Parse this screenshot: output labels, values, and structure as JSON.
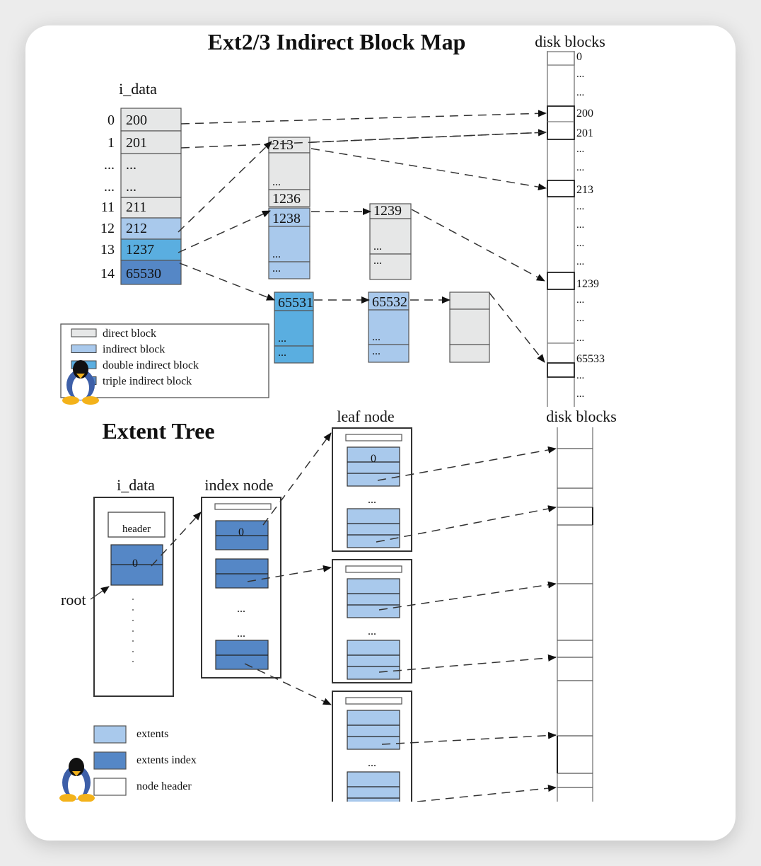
{
  "colors": {
    "direct": "#e6e7e7",
    "indirect": "#a9c9ec",
    "double_indirect": "#5aaee0",
    "triple_indirect": "#5587c6",
    "extents": "#a9c9ec",
    "extents_index": "#5587c6",
    "node_header": "#ffffff",
    "border": "#555555"
  },
  "top": {
    "title": "Ext2/3 Indirect Block Map",
    "i_data_label": "i_data",
    "i_data_rows": [
      {
        "index": "0",
        "value": "200",
        "type": "direct"
      },
      {
        "index": "1",
        "value": "201",
        "type": "direct"
      },
      {
        "index": "...",
        "value": "...",
        "type": "direct"
      },
      {
        "index": "...",
        "value": "...",
        "type": "direct"
      },
      {
        "index": "11",
        "value": "211",
        "type": "direct"
      },
      {
        "index": "12",
        "value": "212",
        "type": "indirect"
      },
      {
        "index": "13",
        "value": "1237",
        "type": "double_indirect"
      },
      {
        "index": "14",
        "value": "65530",
        "type": "triple_indirect"
      }
    ],
    "blocks": {
      "b212": {
        "rows": [
          "213",
          "...",
          "1236"
        ]
      },
      "b1237": {
        "rows": [
          "1238",
          "...",
          "..."
        ]
      },
      "b1238": {
        "rows": [
          "1239",
          "...",
          "..."
        ]
      },
      "b65530": {
        "rows": [
          "65531",
          "...",
          "..."
        ]
      },
      "b65531": {
        "rows": [
          "65532",
          "...",
          "..."
        ]
      },
      "b65532": {
        "rows": [
          "",
          "",
          ""
        ]
      }
    },
    "disk_label": "disk blocks",
    "disk_labels": [
      "0",
      "...",
      "...",
      "200",
      "201",
      "...",
      "...",
      "213",
      "...",
      "...",
      "...",
      "...",
      "1239",
      "...",
      "...",
      "...",
      "65533",
      "...",
      "..."
    ],
    "legend": [
      {
        "label": "direct block",
        "type": "direct"
      },
      {
        "label": "indirect block",
        "type": "indirect"
      },
      {
        "label": "double indirect block",
        "type": "double_indirect"
      },
      {
        "label": "triple indirect block",
        "type": "triple_indirect"
      }
    ]
  },
  "bottom": {
    "title": "Extent Tree",
    "i_data_label": "i_data",
    "header_label": "header",
    "root_label": "root",
    "root_entry": "0",
    "index_node_label": "index node",
    "index_entry": "0",
    "index_ellipsis": [
      "...",
      "..."
    ],
    "leaf_node_label": "leaf node",
    "leaf_entry": "0",
    "leaf_ellipsis": "...",
    "disk_label": "disk blocks",
    "legend": [
      {
        "label": "extents",
        "type": "extents"
      },
      {
        "label": "extents index",
        "type": "extents_index"
      },
      {
        "label": "node header",
        "type": "node_header"
      }
    ]
  }
}
